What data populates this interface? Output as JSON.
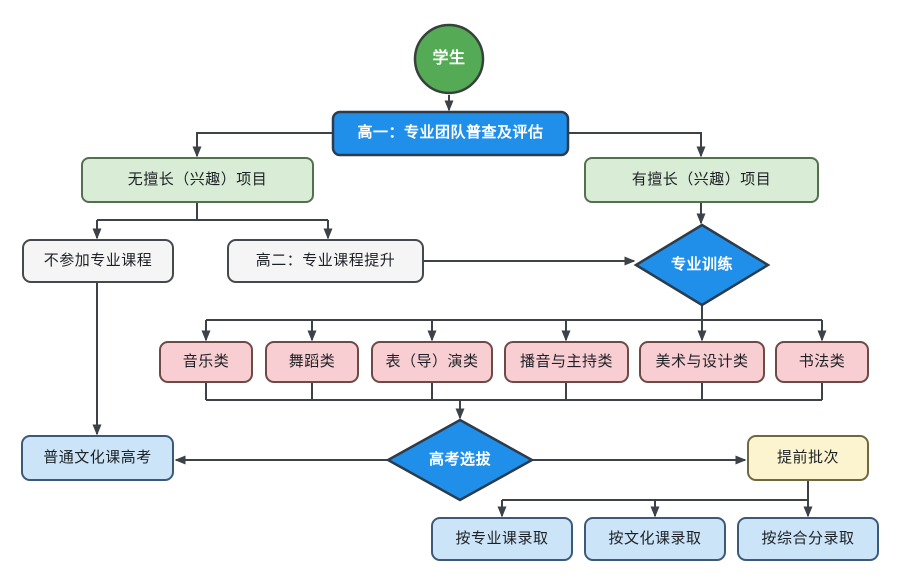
{
  "diagram": {
    "type": "flowchart",
    "nodes": {
      "student": {
        "label": "学生",
        "shape": "circle",
        "fill": "#55ab55"
      },
      "grade1": {
        "label": "高一：专业团队普查及评估",
        "shape": "rounded-rect",
        "fill": "#1f8fea"
      },
      "no_specialty": {
        "label": "无擅长（兴趣）项目",
        "shape": "rounded-rect",
        "fill": "#d9ecd6"
      },
      "has_specialty": {
        "label": "有擅长（兴趣）项目",
        "shape": "rounded-rect",
        "fill": "#d9ecd6"
      },
      "no_course": {
        "label": "不参加专业课程",
        "shape": "rounded-rect",
        "fill": "#f5f5f5"
      },
      "grade2": {
        "label": "高二：专业课程提升",
        "shape": "rounded-rect",
        "fill": "#f5f5f5"
      },
      "training": {
        "label": "专业训练",
        "shape": "diamond",
        "fill": "#1f8fea"
      },
      "categories": [
        {
          "label": "音乐类"
        },
        {
          "label": "舞蹈类"
        },
        {
          "label": "表（导）演类"
        },
        {
          "label": "播音与主持类"
        },
        {
          "label": "美术与设计类"
        },
        {
          "label": "书法类"
        }
      ],
      "gaokao_selection": {
        "label": "高考选拔",
        "shape": "diamond",
        "fill": "#1f8fea"
      },
      "regular_gaokao": {
        "label": "普通文化课高考",
        "shape": "rounded-rect",
        "fill": "#cce4f7"
      },
      "early_batch": {
        "label": "提前批次",
        "shape": "rounded-rect",
        "fill": "#fbf4ce"
      },
      "admissions": [
        {
          "label": "按专业课录取"
        },
        {
          "label": "按文化课录取"
        },
        {
          "label": "按综合分录取"
        }
      ]
    },
    "colors": {
      "edge": "#3d4248",
      "node_blue": "#1f8fea",
      "node_green_light": "#d9ecd6",
      "node_green_circle": "#55ab55",
      "node_pink": "#f8ced2",
      "node_lightblue": "#cce4f7",
      "node_yellow": "#fbf4ce",
      "node_white": "#f5f5f5",
      "background": "#ffffff"
    }
  }
}
